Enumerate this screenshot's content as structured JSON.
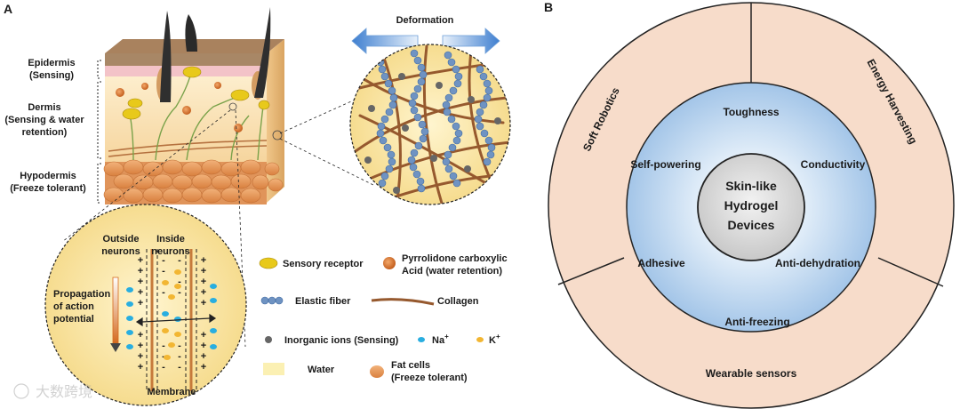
{
  "panel_a": {
    "panel_label": "A",
    "layers": {
      "epidermis": [
        "Epidermis",
        "(Sensing)"
      ],
      "dermis": [
        "Dermis",
        "(Sensing & water",
        "retention)"
      ],
      "hypodermis": [
        "Hypodermis",
        "(Freeze tolerant)"
      ]
    },
    "deformation_label": "Deformation",
    "neuron": {
      "outside_label": [
        "Outside",
        "neurons"
      ],
      "inside_label": [
        "Inside",
        "neurons"
      ],
      "propagation_label": [
        "Propagation",
        "of action",
        "potential"
      ],
      "membrane_label": "Membrane"
    },
    "legend": {
      "sensory_receptor": "Sensory receptor",
      "pca": [
        "Pyrrolidone carboxylic",
        "Acid (water retention)"
      ],
      "elastic_fiber": "Elastic fiber",
      "collagen": "Collagen",
      "inorganic_ions": "Inorganic ions (Sensing)",
      "na": "Na",
      "k": "K",
      "ion_charge": "+",
      "water": "Water",
      "fat_cells": [
        "Fat cells",
        "(Freeze tolerant)"
      ]
    },
    "colors": {
      "fat": "#e89a5a",
      "dermis": "#fbe0b0",
      "receptor": "#e8c91a",
      "na": "#29aee0",
      "k": "#f2b632",
      "elastic": "#6f93c2",
      "collagen": "#96592e"
    }
  },
  "panel_b": {
    "panel_label": "B",
    "center": [
      "Skin-like",
      "Hydrogel",
      "Devices"
    ],
    "middle_ring": [
      "Toughness",
      "Conductivity",
      "Anti-dehydration",
      "Anti-freezing",
      "Adhesive",
      "Self-powering"
    ],
    "outer_ring": {
      "soft_robotics": "Soft Robotics",
      "energy_harvesting": "Energy Harvesting",
      "wearable_sensors": "Wearable sensors"
    },
    "colors": {
      "outer": "#f7dcca",
      "middle_edge": "#a3c5e8",
      "middle_center": "#eaf3fb",
      "center": "#d8d8d8"
    }
  },
  "watermark": "大数跨境"
}
